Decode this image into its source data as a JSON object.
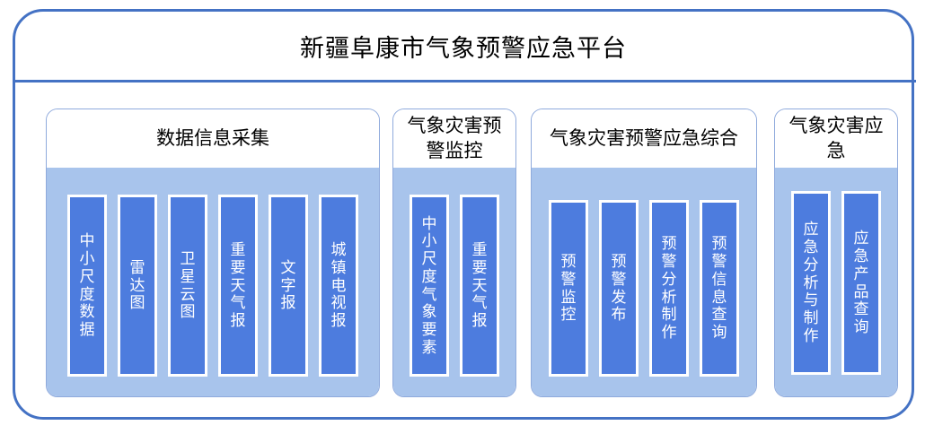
{
  "platform": {
    "title": "新疆阜康市气象预警应急平台",
    "frame_border_color": "#4472C4",
    "panel_border_color": "#8FAADC",
    "panel_body_color": "#A8C4EC",
    "bar_color": "#4D7CDE",
    "bar_border_color": "#FFFFFF",
    "title_color": "#000000",
    "bar_label_color": "#FFFFFF"
  },
  "groups": [
    {
      "id": "data-collection",
      "title": "数据信息采集",
      "bars": [
        {
          "label": "中小尺度数据"
        },
        {
          "label": "雷达图"
        },
        {
          "label": "卫星云图"
        },
        {
          "label": "重要天气报"
        },
        {
          "label": "文字报"
        },
        {
          "label": "城镇电视报"
        }
      ]
    },
    {
      "id": "disaster-warning-monitoring",
      "title": "气象灾害预警监控",
      "bars": [
        {
          "label": "中小尺度气象要素"
        },
        {
          "label": "重要天气报"
        }
      ]
    },
    {
      "id": "warning-emergency-integration",
      "title": "气象灾害预警应急综合",
      "bars": [
        {
          "label": "预警监控"
        },
        {
          "label": "预警发布"
        },
        {
          "label": "预警分析制作"
        },
        {
          "label": "预警信息查询"
        }
      ]
    },
    {
      "id": "disaster-emergency",
      "title": "气象灾害应急",
      "bars": [
        {
          "label": "应急分析与制作"
        },
        {
          "label": "应急产品查询"
        }
      ]
    }
  ]
}
